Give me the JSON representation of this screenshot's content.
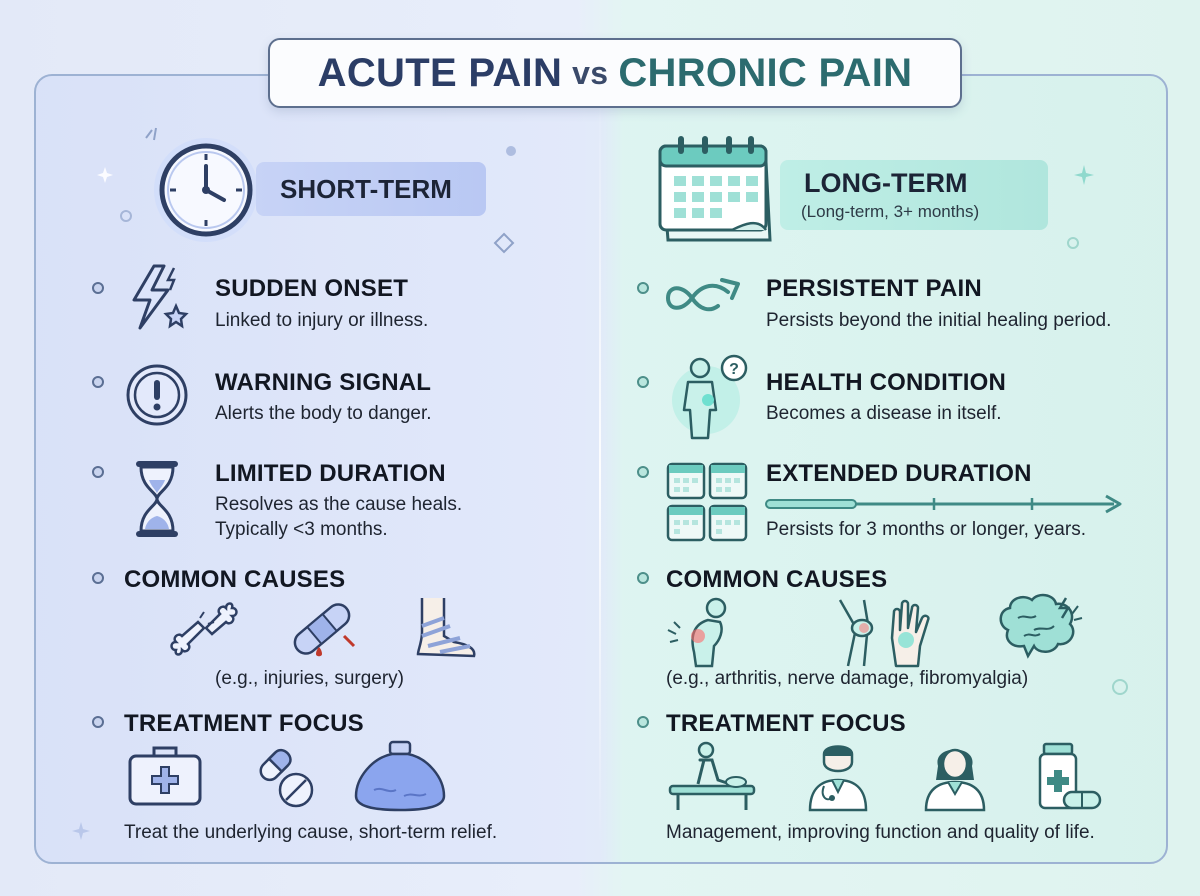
{
  "title": {
    "acute": "ACUTE PAIN",
    "vs": "vs",
    "chronic": "CHRONIC PAIN"
  },
  "colors": {
    "acute": "#2b3d66",
    "chronic": "#2c6b6f",
    "acute_accent": "#b9c8f3",
    "chronic_accent": "#b0e6dd"
  },
  "acute": {
    "header": "SHORT-TERM",
    "header_icon": "clock-icon",
    "items": [
      {
        "icon": "lightning-icon",
        "title": "SUDDEN ONSET",
        "desc": "Linked to injury or illness."
      },
      {
        "icon": "warning-icon",
        "title": "WARNING SIGNAL",
        "desc": "Alerts the body to danger."
      },
      {
        "icon": "hourglass-icon",
        "title": "LIMITED DURATION",
        "desc": "Resolves as the cause heals.",
        "desc2": "Typically <3 months."
      }
    ],
    "causes": {
      "title": "COMMON CAUSES",
      "icons": [
        "broken-bone-icon",
        "bandage-icon",
        "sprained-ankle-icon"
      ],
      "desc": "(e.g., injuries, surgery)"
    },
    "treatment": {
      "title": "TREATMENT FOCUS",
      "icons": [
        "first-aid-kit-icon",
        "pills-icon",
        "ice-pack-icon"
      ],
      "desc": "Treat the underlying cause, short-term relief."
    }
  },
  "chronic": {
    "header": "LONG-TERM",
    "header_sub": "(Long-term, 3+ months)",
    "header_icon": "calendar-icon",
    "items": [
      {
        "icon": "infinity-arrow-icon",
        "title": "PERSISTENT PAIN",
        "desc": "Persists beyond the initial healing period."
      },
      {
        "icon": "person-question-icon",
        "title": "HEALTH CONDITION",
        "desc": "Becomes a disease in itself."
      },
      {
        "icon": "calendars-icon",
        "title": "EXTENDED DURATION",
        "desc": "Persists for 3 months or longer, years."
      }
    ],
    "causes": {
      "title": "COMMON CAUSES",
      "icons": [
        "back-pain-icon",
        "knee-hand-icon",
        "brain-icon"
      ],
      "desc": "(e.g., arthritis, nerve damage, fibromyalgia)"
    },
    "treatment": {
      "title": "TREATMENT FOCUS",
      "icons": [
        "physiotherapy-icon",
        "doctor-icon",
        "nurse-icon",
        "medication-icon"
      ],
      "desc": "Management, improving function and quality of life."
    }
  }
}
